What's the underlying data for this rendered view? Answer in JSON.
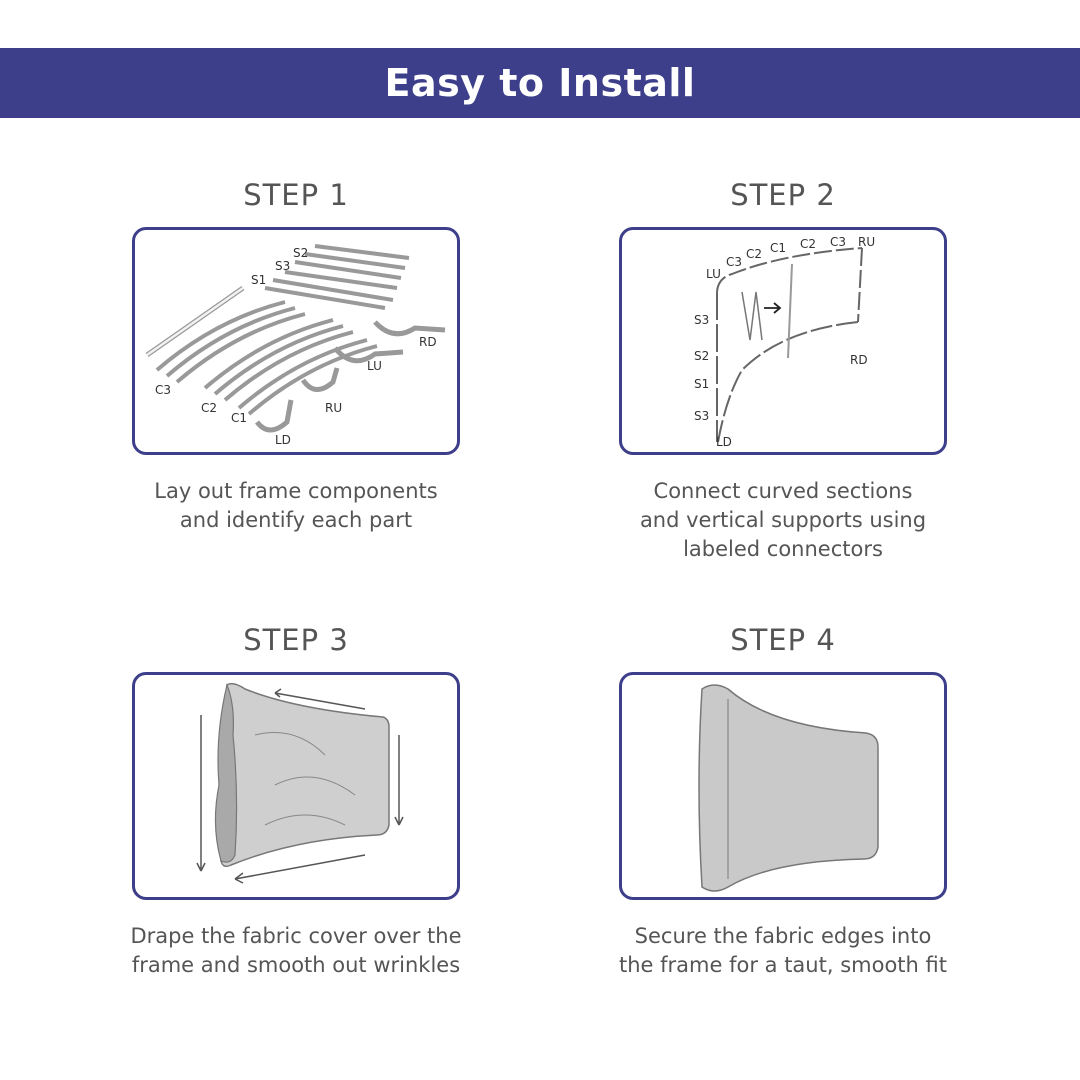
{
  "banner": {
    "title": "Easy to Install",
    "color": "#3d3f8a"
  },
  "steps": [
    {
      "title": "STEP 1",
      "caption_lines": [
        "Lay out frame components",
        "and identify each part"
      ],
      "part_labels": [
        "S2",
        "S3",
        "S1",
        "C3",
        "C2",
        "C1",
        "LD",
        "RU",
        "LU",
        "RD"
      ]
    },
    {
      "title": "STEP 2",
      "caption_lines": [
        "Connect curved sections",
        "and vertical supports using",
        "labeled connectors"
      ],
      "part_labels": [
        "LU",
        "C3",
        "C2",
        "C1",
        "C2",
        "C3",
        "RU",
        "S3",
        "S2",
        "S1",
        "S3",
        "LD",
        "RD"
      ]
    },
    {
      "title": "STEP 3",
      "caption_lines": [
        "Drape the fabric cover over the",
        "frame and smooth out wrinkles"
      ]
    },
    {
      "title": "STEP 4",
      "caption_lines": [
        "Secure the fabric edges into",
        "the frame for a taut, smooth fit"
      ]
    }
  ]
}
